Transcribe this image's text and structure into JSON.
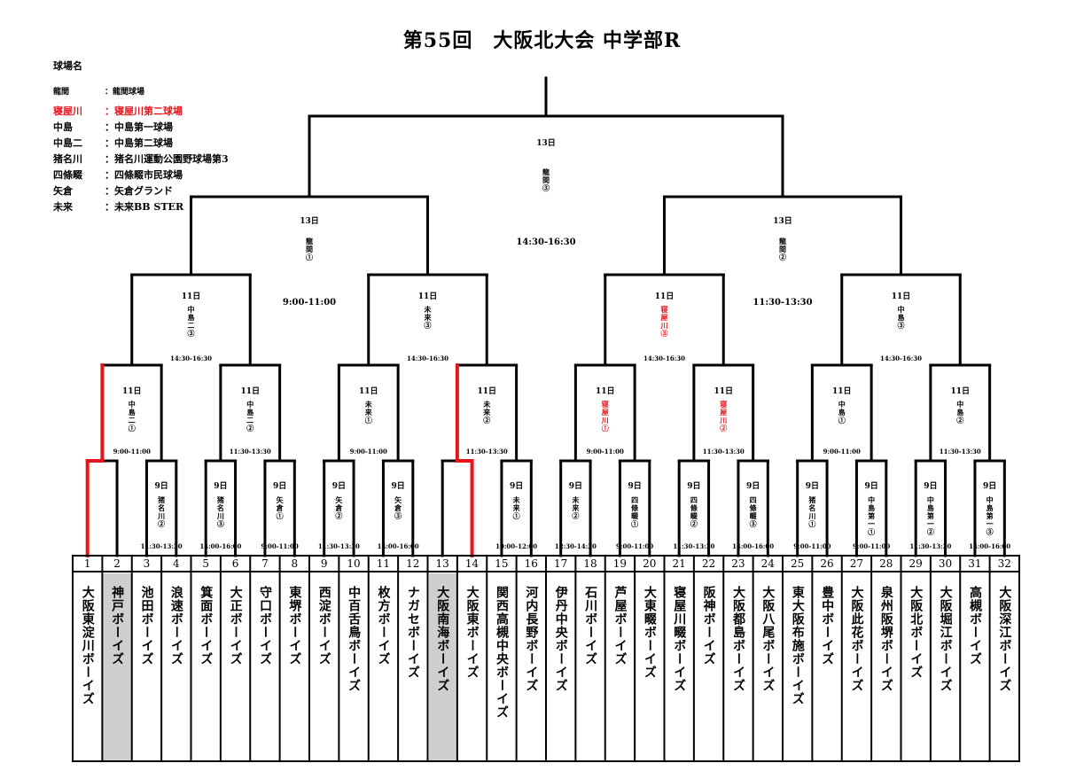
{
  "title": "第55回　大阪北大会 中学部R",
  "legend": {
    "header": "球場名",
    "items": [
      {
        "abbr": "龍間",
        "name": "：龍間球場",
        "highlight": false
      },
      {
        "abbr": "寝屋川",
        "name": "：寝屋川第二球場",
        "highlight": true
      },
      {
        "abbr": "中島",
        "name": "：中島第一球場",
        "highlight": false
      },
      {
        "abbr": "中島二",
        "name": "：中島第二球場",
        "highlight": false
      },
      {
        "abbr": "猪名川",
        "name": "：猪名川運動公園野球場第3",
        "highlight": false
      },
      {
        "abbr": "四條畷",
        "name": "：四條畷市民球場",
        "highlight": false
      },
      {
        "abbr": "矢倉",
        "name": "：矢倉グランド",
        "highlight": false
      },
      {
        "abbr": "未来",
        "name": "：未来BB STER",
        "highlight": false
      }
    ]
  },
  "colors": {
    "line": "#000000",
    "winner_path": "#e8141b",
    "highlight_text": "#e8141b",
    "loser_shade": "#cfcfcf"
  },
  "teams": [
    {
      "no": "1",
      "name": "大阪東淀川ボーイズ",
      "eliminated": false
    },
    {
      "no": "2",
      "name": "神戸ボーイズ",
      "eliminated": true
    },
    {
      "no": "3",
      "name": "池田ボーイズ",
      "eliminated": false
    },
    {
      "no": "4",
      "name": "浪速ボーイズ",
      "eliminated": false
    },
    {
      "no": "5",
      "name": "箕面ボーイズ",
      "eliminated": false
    },
    {
      "no": "6",
      "name": "大正ボーイズ",
      "eliminated": false
    },
    {
      "no": "7",
      "name": "守口ボーイズ",
      "eliminated": false
    },
    {
      "no": "8",
      "name": "東堺ボーイズ",
      "eliminated": false
    },
    {
      "no": "9",
      "name": "西淀ボーイズ",
      "eliminated": false
    },
    {
      "no": "10",
      "name": "中百舌鳥ボーイズ",
      "eliminated": false
    },
    {
      "no": "11",
      "name": "枚方ボーイズ",
      "eliminated": false
    },
    {
      "no": "12",
      "name": "ナガセボーイズ",
      "eliminated": false
    },
    {
      "no": "13",
      "name": "大阪南海ボーイズ",
      "eliminated": true
    },
    {
      "no": "14",
      "name": "大阪東ボーイズ",
      "eliminated": false
    },
    {
      "no": "15",
      "name": "関西高槻中央ボーイズ",
      "eliminated": false
    },
    {
      "no": "16",
      "name": "河内長野ボーイズ",
      "eliminated": false
    },
    {
      "no": "17",
      "name": "伊丹中央ボーイズ",
      "eliminated": false
    },
    {
      "no": "18",
      "name": "石川ボーイズ",
      "eliminated": false
    },
    {
      "no": "19",
      "name": "芦屋ボーイズ",
      "eliminated": false
    },
    {
      "no": "20",
      "name": "大東畷ボーイズ",
      "eliminated": false
    },
    {
      "no": "21",
      "name": "寝屋川畷ボーイズ",
      "eliminated": false
    },
    {
      "no": "22",
      "name": "阪神ボーイズ",
      "eliminated": false
    },
    {
      "no": "23",
      "name": "大阪都島ボーイズ",
      "eliminated": false
    },
    {
      "no": "24",
      "name": "大阪八尾ボーイズ",
      "eliminated": false
    },
    {
      "no": "25",
      "name": "東大阪布施ボーイズ",
      "eliminated": false
    },
    {
      "no": "26",
      "name": "豊中ボーイズ",
      "eliminated": false
    },
    {
      "no": "27",
      "name": "大阪此花ボーイズ",
      "eliminated": false
    },
    {
      "no": "28",
      "name": "泉州阪堺ボーイズ",
      "eliminated": false
    },
    {
      "no": "29",
      "name": "大阪北ボーイズ",
      "eliminated": false
    },
    {
      "no": "30",
      "name": "大阪堀江ボーイズ",
      "eliminated": false
    },
    {
      "no": "31",
      "name": "高槻ボーイズ",
      "eliminated": false
    },
    {
      "no": "32",
      "name": "大阪深江ボーイズ",
      "eliminated": false
    }
  ],
  "rounds": [
    [
      {
        "date": null,
        "venue": null,
        "time": null,
        "winner": 1
      },
      {
        "date": "9日",
        "venue": "猪名川②",
        "time": "11:30-13:30"
      },
      {
        "date": "9日",
        "venue": "猪名川③",
        "time": "14:00-16:00"
      },
      {
        "date": "9日",
        "venue": "矢倉①",
        "time": "9:00-11:00"
      },
      {
        "date": "9日",
        "venue": "矢倉②",
        "time": "11:30-13:30"
      },
      {
        "date": "9日",
        "venue": "矢倉③",
        "time": "14:00-16:00"
      },
      {
        "date": null,
        "venue": null,
        "time": null,
        "winner": 14
      },
      {
        "date": "9日",
        "venue": "未来①",
        "time": "10:00-12:00"
      },
      {
        "date": "9日",
        "venue": "未来②",
        "time": "12:30-14:30"
      },
      {
        "date": "9日",
        "venue": "四條畷①",
        "time": "9:00-11:00"
      },
      {
        "date": "9日",
        "venue": "四條畷②",
        "time": "11:30-13:30"
      },
      {
        "date": "9日",
        "venue": "四條畷③",
        "time": "14:00-16:00"
      },
      {
        "date": "9日",
        "venue": "猪名川①",
        "time": "9:00-11:00"
      },
      {
        "date": "9日",
        "venue": "中島第一①",
        "time": "9:00-11:00"
      },
      {
        "date": "9日",
        "venue": "中島第一②",
        "time": "11:30-13:30"
      },
      {
        "date": "9日",
        "venue": "中島第一③",
        "time": "14:00-16:00"
      }
    ],
    [
      {
        "date": "11日",
        "venue": "中島二①",
        "time": "9:00-11:00",
        "highlight": false
      },
      {
        "date": "11日",
        "venue": "中島二②",
        "time": "11:30-13:30",
        "highlight": false
      },
      {
        "date": "11日",
        "venue": "未来①",
        "time": "9:00-11:00",
        "highlight": false
      },
      {
        "date": "11日",
        "venue": "未来②",
        "time": "11:30-13:30",
        "highlight": false
      },
      {
        "date": "11日",
        "venue": "寝屋川①",
        "time": "9:00-11:00",
        "highlight": true
      },
      {
        "date": "11日",
        "venue": "寝屋川②",
        "time": "11:30-13:30",
        "highlight": true
      },
      {
        "date": "11日",
        "venue": "中島①",
        "time": "9:00-11:00",
        "highlight": false
      },
      {
        "date": "11日",
        "venue": "中島②",
        "time": "11:30-13:30",
        "highlight": false
      }
    ],
    [
      {
        "date": "11日",
        "venue": "中島二③",
        "time": "14:30-16:30",
        "highlight": false
      },
      {
        "date": "11日",
        "venue": "未来③",
        "time": "14:30-16:30",
        "highlight": false
      },
      {
        "date": "11日",
        "venue": "寝屋川③",
        "time": "14:30-16:30",
        "highlight": true
      },
      {
        "date": "11日",
        "venue": "中島③",
        "time": "14:30-16:30",
        "highlight": false
      }
    ],
    [
      {
        "date": "13日",
        "venue": "龍間①",
        "time": "9:00-11:00",
        "highlight": false
      },
      {
        "date": "13日",
        "venue": "龍間②",
        "time": "11:30-13:30",
        "highlight": false
      }
    ],
    [
      {
        "date": "13日",
        "venue": "龍間③",
        "time": "14:30-16:30",
        "highlight": false
      }
    ]
  ]
}
